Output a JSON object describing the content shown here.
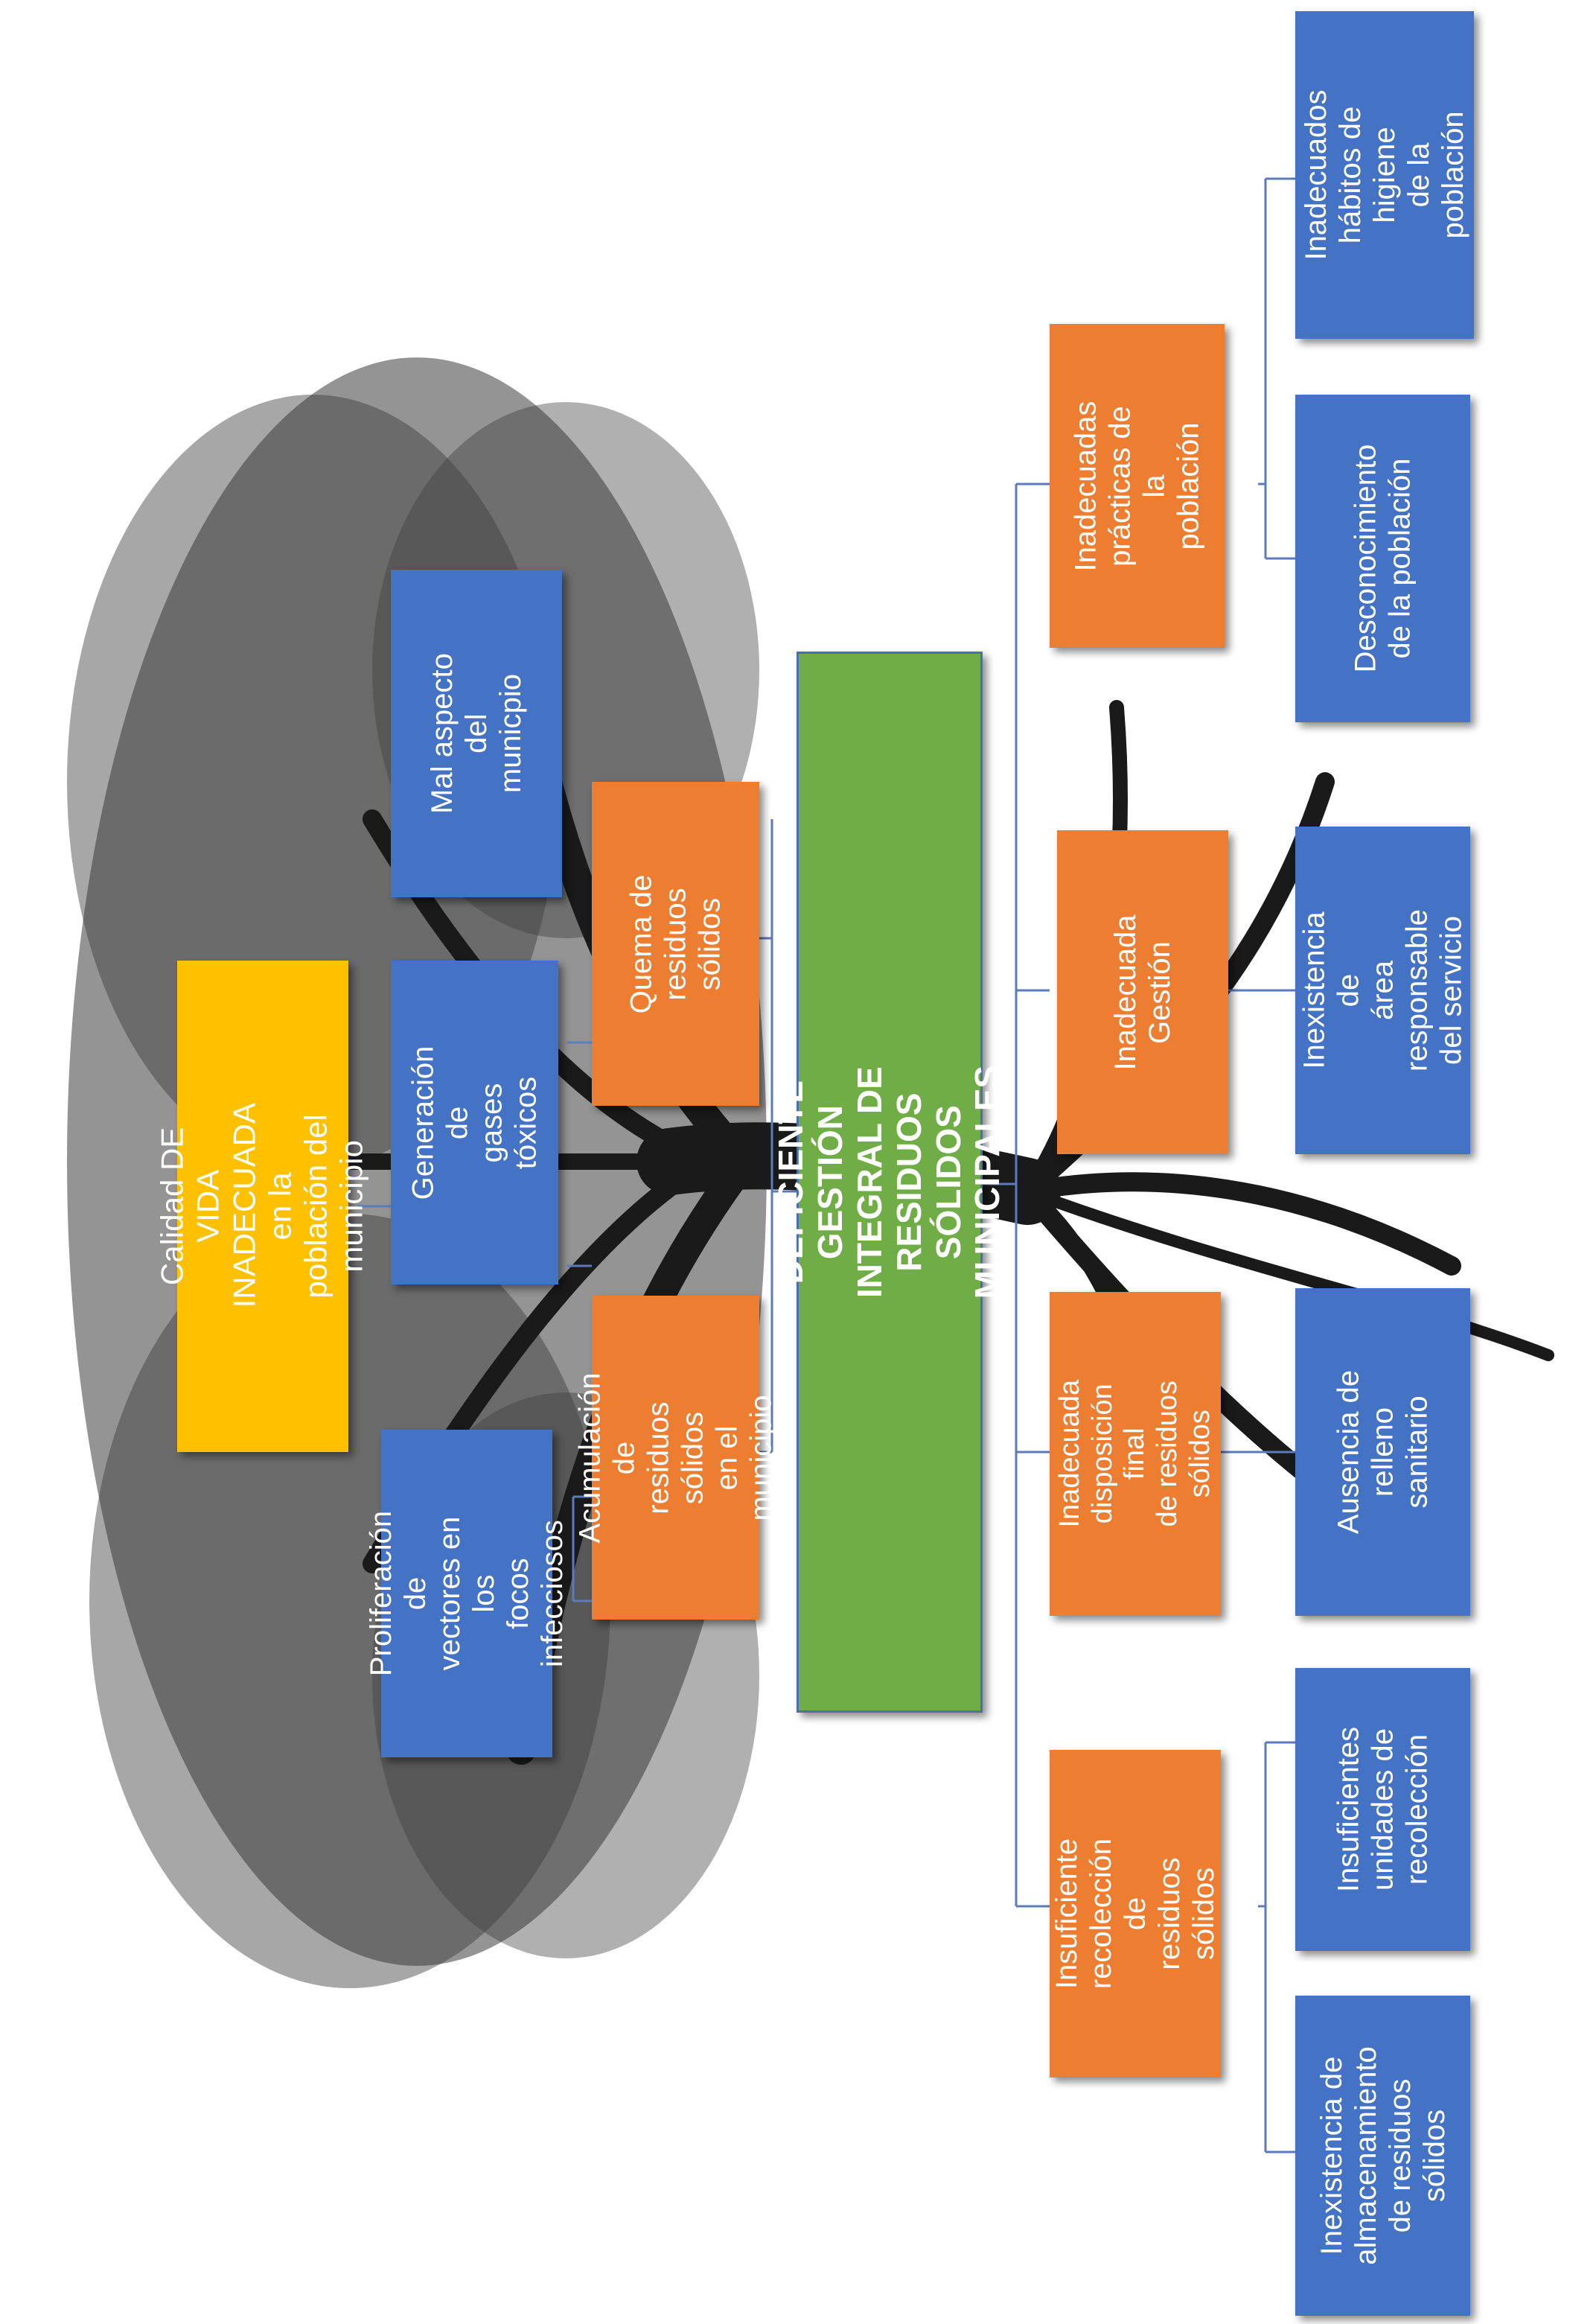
{
  "diagram": {
    "core_problem": "DEFICIENTE GESTIÓN INTEGRAL DE RESIDUOS\nSÓLIDOS MUNICIPALES",
    "final_effect": "Calidad DE VIDA\nINADECUADA en la\npoblación del municipio",
    "effects": {
      "proliferacion": "Proliferación de\nvectores en los\nfocos infecciosos",
      "gases": "Generación de\ngases tóxicos",
      "aspecto": "Mal aspecto del\nmunicpio"
    },
    "direct_effects": {
      "acumulacion": "Acumulación de\nresiduos sólidos\nen el municipio",
      "quema": "Quema de\nresiduos sólidos"
    },
    "direct_causes": {
      "recoleccion": "Insuficiente\nrecolección de\nresiduos sólidos",
      "disposicion": "Inadecuada\ndisposición final\nde residuos\nsólidos",
      "gestion": "Inadecuada\nGestión",
      "practicas": "Inadecuadas\nprácticas de la\npoblación"
    },
    "root_causes": {
      "almacenamiento": "Inexistencia de\nalmacenamiento\nde residuos\nsólidos",
      "unidades": "Insuficientes\nunidades de\nrecolección",
      "relleno": "Ausencia de\nrelleno sanitario",
      "area": "Inexistencia de\nárea responsable\ndel servicio",
      "desconocimiento": "Desconocimiento\nde la población",
      "habitos": "Inadecuados\nhábitos de higiene\nde la población"
    }
  },
  "colors": {
    "blue": "#4472c4",
    "orange": "#ed7d31",
    "yellow": "#ffc000",
    "green": "#70ad47",
    "connector": "#5b7bbd",
    "tree": "#1a1a1a"
  }
}
